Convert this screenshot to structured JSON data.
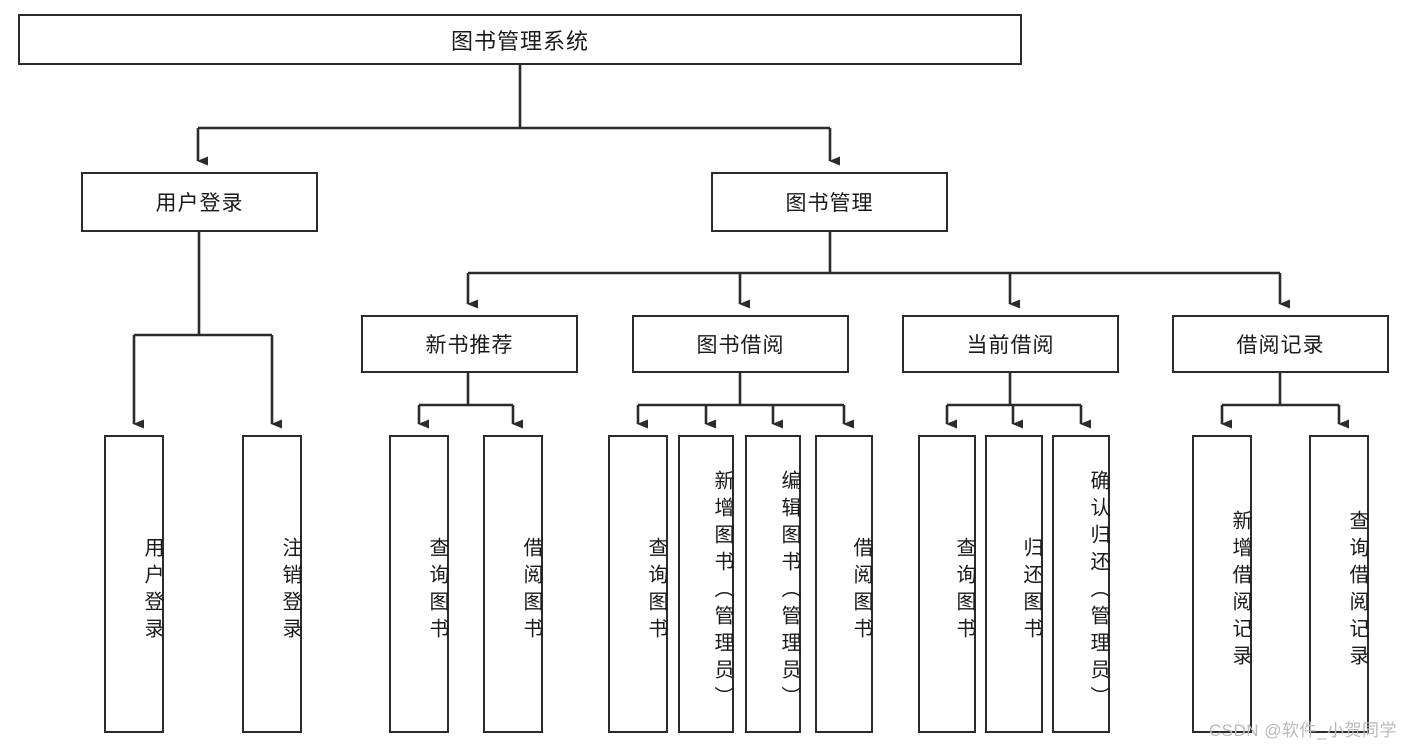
{
  "diagram": {
    "title": "图书管理系统",
    "type": "tree",
    "orientation": "top-down",
    "colors": {
      "box_border": "#2b2b2b",
      "box_fill": "#ffffff",
      "connector": "#2b2b2b",
      "text": "#1a1a1a",
      "watermark": "#b9b9b9",
      "background": "#ffffff"
    },
    "root": {
      "label": "图书管理系统"
    },
    "level2": [
      {
        "label": "用户登录"
      },
      {
        "label": "图书管理"
      }
    ],
    "level3": [
      {
        "label": "新书推荐"
      },
      {
        "label": "图书借阅"
      },
      {
        "label": "当前借阅"
      },
      {
        "label": "借阅记录"
      }
    ],
    "leaves": {
      "user_login": [
        {
          "label": "用户登录"
        },
        {
          "label": "注销登录"
        }
      ],
      "new_book_recommend": [
        {
          "label": "查询图书"
        },
        {
          "label": "借阅图书"
        }
      ],
      "book_borrow": [
        {
          "label": "查询图书"
        },
        {
          "label": "新增图书（管理员）"
        },
        {
          "label": "编辑图书（管理员）"
        },
        {
          "label": "借阅图书"
        }
      ],
      "current_borrow": [
        {
          "label": "查询图书"
        },
        {
          "label": "归还图书"
        },
        {
          "label": "确认归还（管理员）"
        }
      ],
      "borrow_record": [
        {
          "label": "新增借阅记录"
        },
        {
          "label": "查询借阅记录"
        }
      ]
    }
  },
  "watermark": {
    "text": "CSDN @软件_小贺同学"
  }
}
